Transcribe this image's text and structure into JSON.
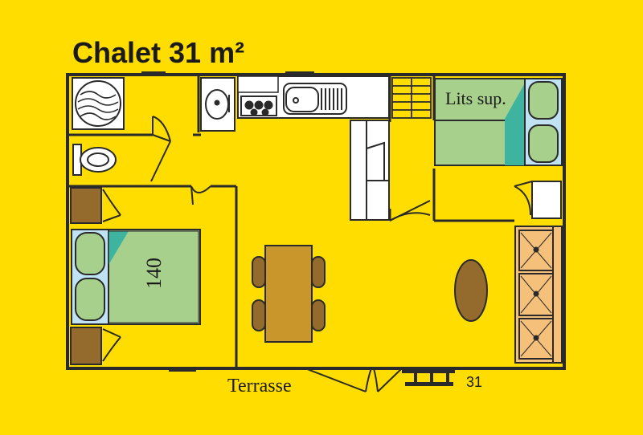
{
  "title": "Chalet 31 m²",
  "rooms": {
    "bedroom_main": {
      "bed_label": "140"
    },
    "bedroom_second": {
      "bed_label": "Lits sup."
    }
  },
  "terrace_label": "Terrasse",
  "plot_number": "31",
  "colors": {
    "background": "#FFDD00",
    "wall": "#2a2a2a",
    "bed": "#A8D08D",
    "pillow": "#A8D08D",
    "pillow_frame": "#BFE3F2",
    "blanket_accent": "#3DB3A0",
    "table": "#C8962A",
    "nightstand": "#946B2D",
    "sofa": "#F5C07A",
    "fixture": "#ffffff"
  },
  "icons": [
    "shower-icon",
    "toilet-icon",
    "sink-icon",
    "stove-icon",
    "kitchen-sink-icon",
    "table-icon",
    "chair-icon",
    "sofa-icon",
    "coffee-table-icon",
    "bed-icon",
    "stairs-icon",
    "door-icon"
  ]
}
